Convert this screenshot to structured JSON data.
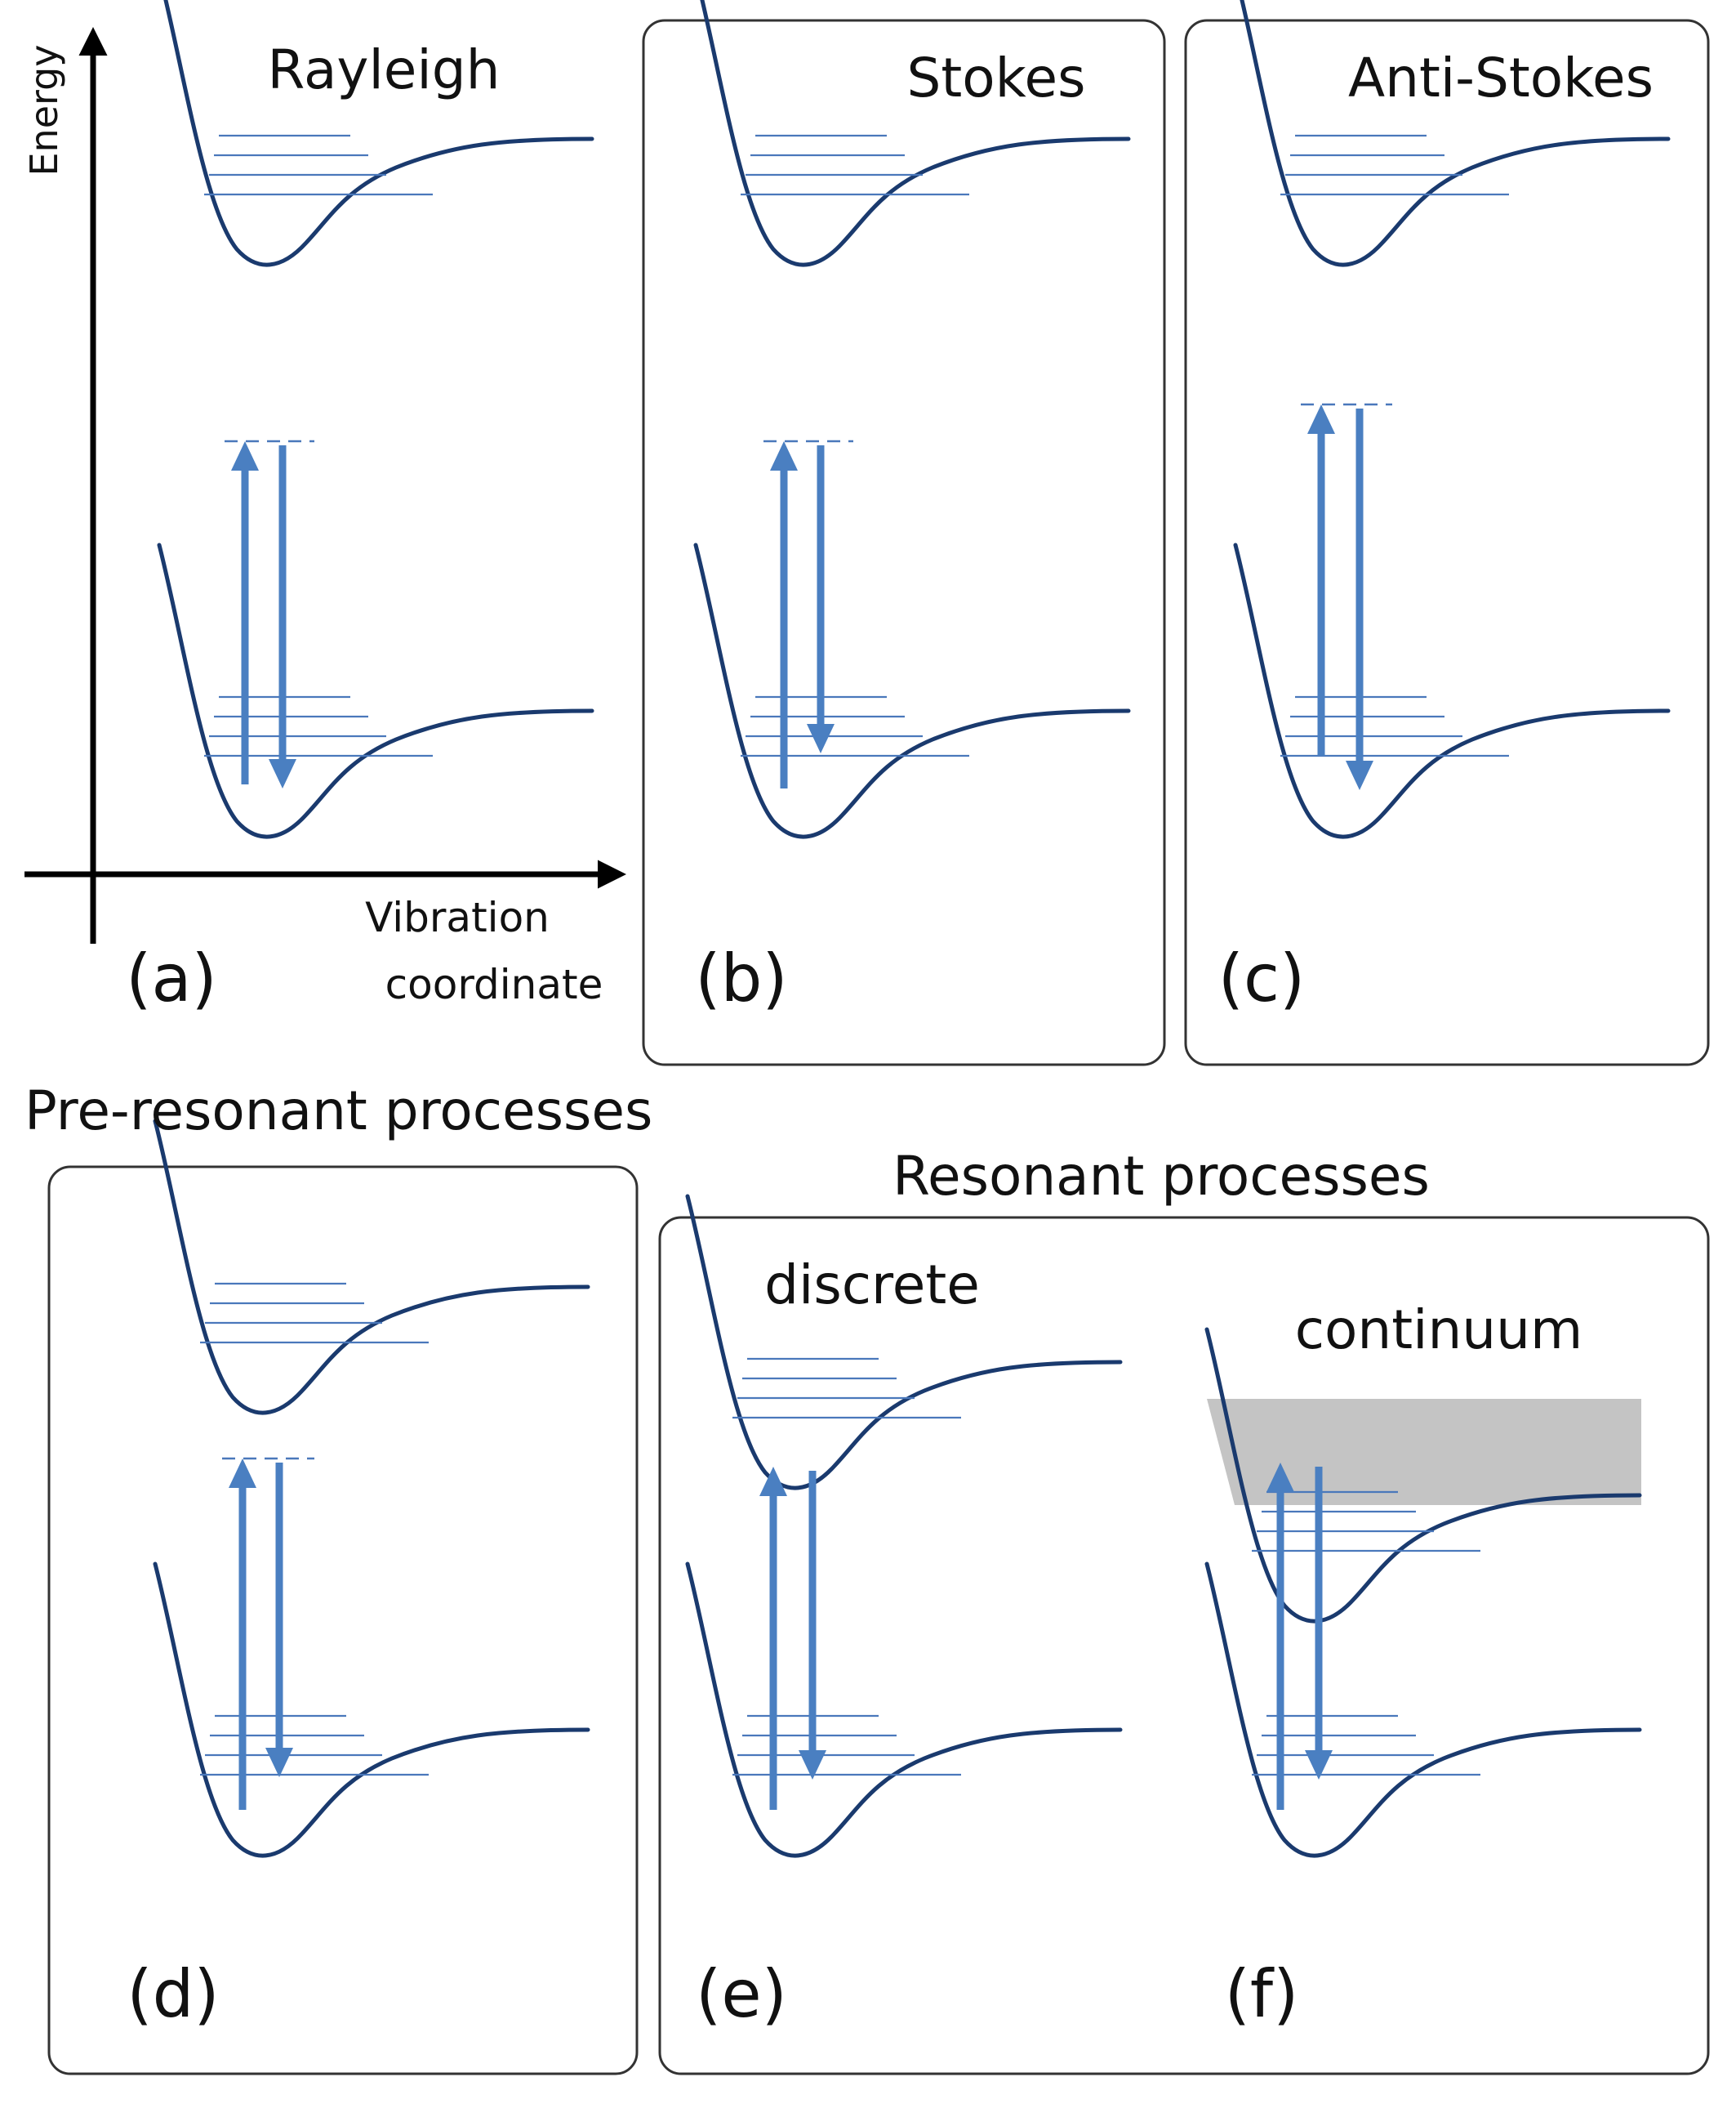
{
  "axes": {
    "y_label": "Energy",
    "x_label_line1": "Vibration",
    "x_label_line2": "coordinate"
  },
  "panels": {
    "a": {
      "tag": "(a)",
      "title": "Rayleigh"
    },
    "b": {
      "tag": "(b)",
      "title": "Stokes"
    },
    "c": {
      "tag": "(c)",
      "title": "Anti-Stokes"
    },
    "d": {
      "tag": "(d)"
    },
    "e": {
      "tag": "(e)",
      "title": "discrete"
    },
    "f": {
      "tag": "(f)",
      "title": "continuum"
    }
  },
  "group_labels": {
    "pre_resonant": "Pre-resonant processes",
    "resonant": "Resonant processes"
  },
  "colors": {
    "curve": "#1a3a6e",
    "level": "#4a78bb",
    "arrow": "#4a7fc1",
    "continuum": "#c4c4c4",
    "frame": "#333333",
    "axis": "#000000"
  }
}
